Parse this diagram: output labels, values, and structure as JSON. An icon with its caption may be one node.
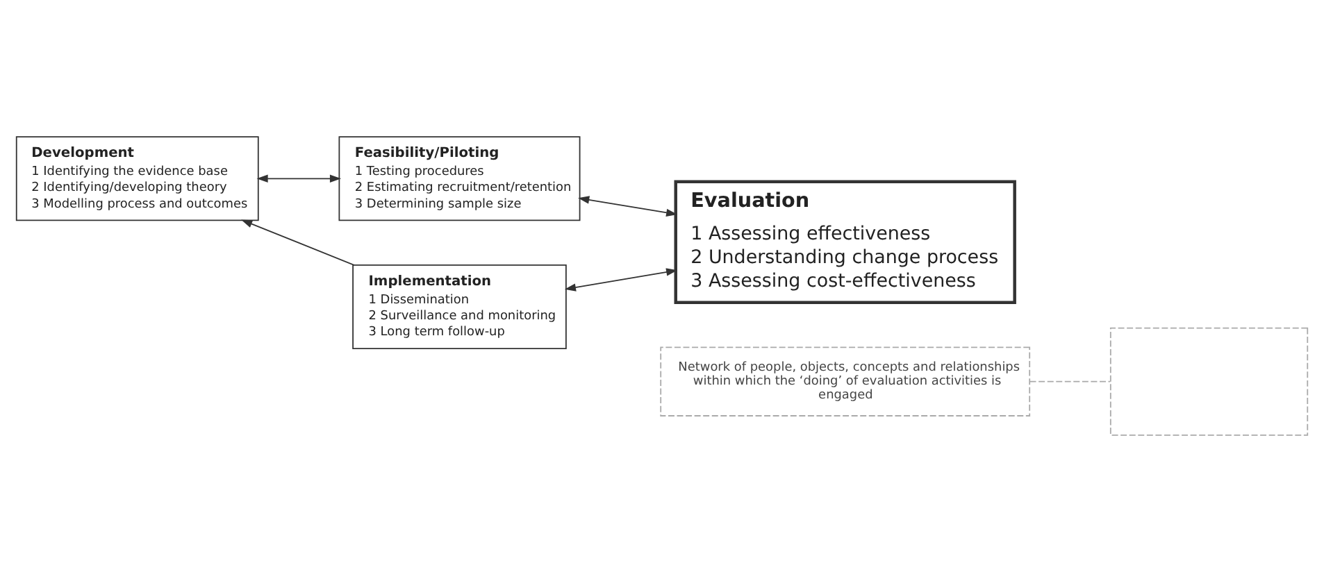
{
  "diagram": {
    "nodes": [
      {
        "text": [
          "Network of people, objects, concepts and relationships within which the ‘doing’ of evaluation activities is engaged"
        ]
      },
      {
        "text": [
          "Feasibility/Piloting",
          "1 Testing procedures",
          "2 Estimating recruitment/retention",
          "3 Determining sample size"
        ]
      },
      {
        "text": [
          "Development",
          "1 Identifying the evidence base",
          "2 Identifying/developing theory",
          "3 Modelling process and outcomes"
        ]
      },
      {
        "text": [
          "Evaluation",
          "1 Assessing effectiveness",
          "2 Understanding change process",
          "3 Assessing cost-effectiveness"
        ]
      },
      {
        "text": [
          "Implementation",
          "1 Dissemination",
          "2 Surveillance and monitoring",
          "3 Long term follow-up"
        ]
      },
      {
        "text": [],
        "shape": "box"
      }
    ],
    "edges": [
      {
        "from": 2,
        "to": 1,
        "arrow": "both"
      },
      {
        "from": 4,
        "to": 2,
        "arrow": "to"
      },
      {
        "from": 1,
        "to": 3,
        "arrow": "both"
      },
      {
        "from": 4,
        "to": 3,
        "arrow": "both"
      },
      {
        "from": 0,
        "to": 5,
        "arrow": "none",
        "style": "dashed",
        "color": "#aaaaaa"
      }
    ]
  }
}
